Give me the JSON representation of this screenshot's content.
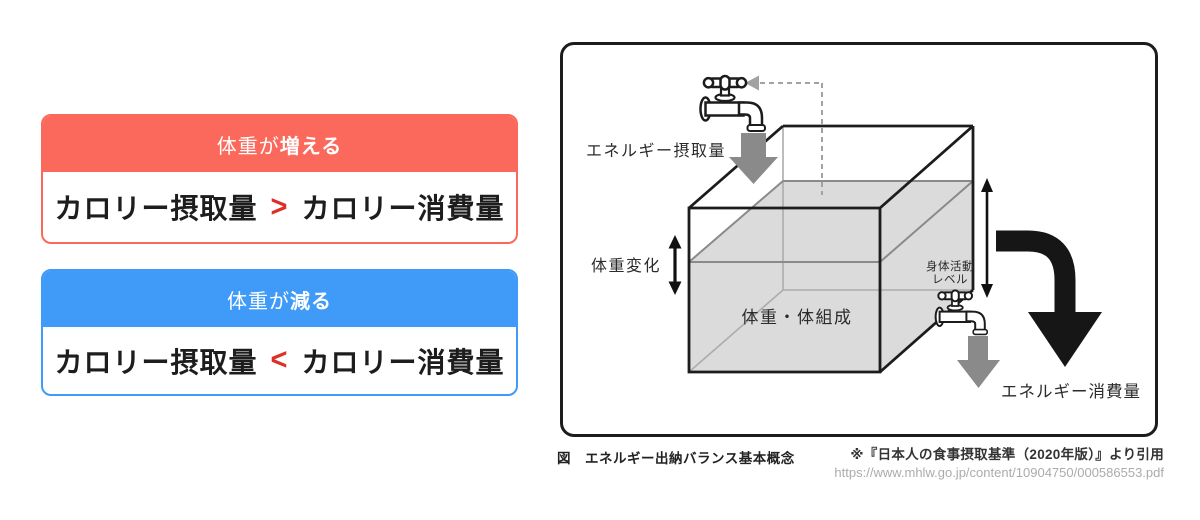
{
  "comparison_cards": [
    {
      "id": "weight-gain",
      "accent_color": "#FA695B",
      "header_prefix": "体重が",
      "header_emphasis": "増える",
      "left_term": "カロリー摂取量",
      "operator": ">",
      "right_term": "カロリー消費量"
    },
    {
      "id": "weight-loss",
      "accent_color": "#3F9BF7",
      "header_prefix": "体重が",
      "header_emphasis": "減る",
      "left_term": "カロリー摂取量",
      "operator": "<",
      "right_term": "カロリー消費量"
    }
  ],
  "operator_color": "#DE2F26",
  "diagram": {
    "labels": {
      "energy_intake": "エネルギー摂取量",
      "weight_change": "体重変化",
      "body_composition": "体重・体組成",
      "activity_level_line1": "身体活動",
      "activity_level_line2": "レベル",
      "energy_expenditure": "エネルギー消費量"
    },
    "colors": {
      "outline": "#1c1c1c",
      "water_fill": "#DBDBDB",
      "water_line": "#8A8A8A",
      "hidden_edge": "#ACACAC",
      "gray_arrow": "#8A8A8A",
      "black_arrow": "#161616",
      "dashed_guide": "#A2A2A2"
    }
  },
  "caption": {
    "figure_label": "図　エネルギー出納バランス基本概念",
    "source": "※『日本人の食事摂取基準（2020年版）』より引用",
    "source_url": "https://www.mhlw.go.jp/content/10904750/000586553.pdf"
  }
}
